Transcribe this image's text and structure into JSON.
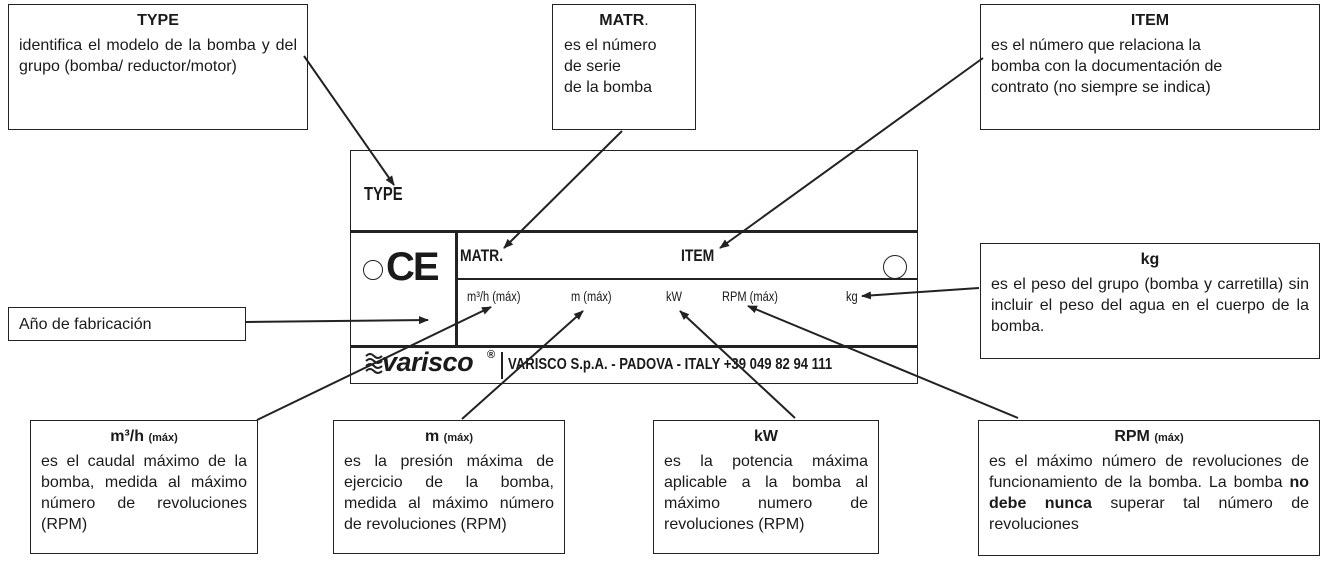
{
  "callouts": {
    "type": {
      "title": "TYPE",
      "text": "identifica el modelo de la bomba y del grupo (bomba/ reductor/motor)"
    },
    "matr": {
      "title": "MATR",
      "title_suffix": ".",
      "lines": [
        "es el número",
        "de serie",
        "de la bomba"
      ]
    },
    "item": {
      "title": "ITEM",
      "lines": [
        "es el número que relaciona la",
        "bomba con la documentación de",
        "contrato (no siempre se indica)"
      ]
    },
    "kg": {
      "title": "kg",
      "text": "es el peso del grupo (bomba y carretilla) sin incluir el peso del agua en el cuerpo de la bomba."
    },
    "ano": {
      "text": "Año de fabricación"
    },
    "m3h": {
      "title_main": "m³/h",
      "title_small": "(máx)",
      "text": "es el caudal máximo de la bomba, medida al máximo número de revoluciones (RPM)"
    },
    "m": {
      "title_main": "m",
      "title_small": "(máx)",
      "text": "es la presión máxima de ejercicio de la bomba, medida al máximo número de revoluciones (RPM)"
    },
    "kw": {
      "title": "kW",
      "text": "es la potencia máxima aplicable a la bomba al máximo numero de revoluciones (RPM)"
    },
    "rpm": {
      "title_main": "RPM",
      "title_small": "(máx)",
      "text_before": "es el máximo número de revoluciones de funcionamiento de la bomba. La bomba ",
      "text_bold": "no debe nunca",
      "text_after": " superar  tal número de revoluciones"
    }
  },
  "plate": {
    "type_label": "TYPE",
    "ce_mark": "CE",
    "matr_label": "MATR.",
    "item_label": "ITEM",
    "col_m3h": "m³/h (máx)",
    "col_m": "m (máx)",
    "col_kw": "kW",
    "col_rpm": "RPM (máx)",
    "col_kg": "kg",
    "brand": "varisco",
    "brand_reg": "®",
    "footer": "VARISCO S.p.A. - PADOVA - ITALY +39 049 82 94 111"
  }
}
